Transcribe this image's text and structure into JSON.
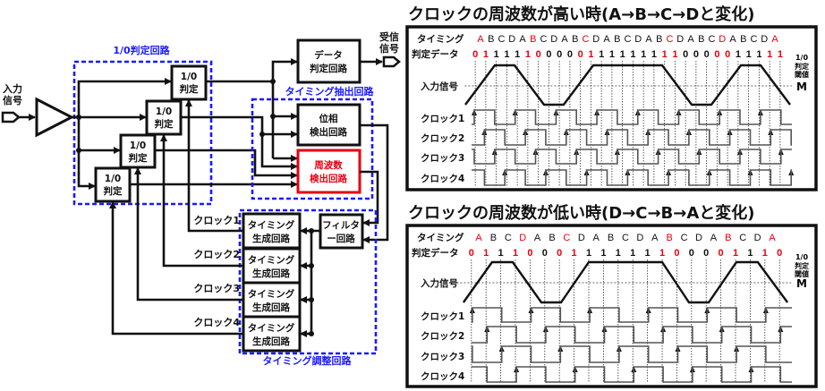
{
  "colors": {
    "accent_red": "#e60012",
    "group_blue": "#1a1aff",
    "line": "#111111"
  },
  "left_diagram": {
    "input_label": [
      "入力",
      "信号"
    ],
    "output_label": [
      "受信",
      "信号"
    ],
    "judge_group_label": "1/0判定回路",
    "judge_box": [
      "1/0",
      "判定"
    ],
    "data_judge_box": [
      "データ",
      "判定回路"
    ],
    "timing_extract_group_label": "タイミング抽出回路",
    "phase_box": [
      "位相",
      "検出回路"
    ],
    "freq_box": [
      "周波数",
      "検出回路"
    ],
    "filter_box": [
      "フィルタ",
      "ー回路"
    ],
    "timing_gen_box": [
      "タイミング",
      "生成回路"
    ],
    "timing_adjust_group_label": "タイミング調整回路",
    "clock_labels": [
      "クロック1",
      "クロック2",
      "クロック3",
      "クロック4"
    ]
  },
  "panels": [
    {
      "title": "クロックの周波数が高い時(A→B→C→Dと変化)",
      "timing_label": "タイミング",
      "data_label": "判定データ",
      "input_label": "入力信号",
      "threshold_label": [
        "1/0",
        "判定",
        "閾値"
      ],
      "threshold_symbol": "M",
      "clock_labels": [
        "クロック1",
        "クロック2",
        "クロック3",
        "クロック4"
      ],
      "letters": [
        "A",
        "B",
        "C",
        "D",
        "A",
        "B",
        "C",
        "D",
        "A",
        "B",
        "C",
        "D",
        "A",
        "B",
        "C",
        "D",
        "A",
        "B",
        "C",
        "D",
        "A",
        "B",
        "C",
        "D",
        "A",
        "B",
        "C",
        "D",
        "A"
      ],
      "red_letters": [
        0,
        5,
        10,
        18,
        23,
        28
      ],
      "digits": [
        "0",
        "1",
        "1",
        "1",
        "1",
        "1",
        "0",
        "0",
        "0",
        "0",
        "0",
        "1",
        "1",
        "1",
        "1",
        "1",
        "1",
        "1",
        "1",
        "1",
        "0",
        "0",
        "0",
        "0",
        "0",
        "1",
        "1",
        "1",
        "1",
        "1"
      ],
      "waveform_slots": [
        [
          -1.45,
          0
        ],
        [
          1.36,
          1
        ],
        [
          3.23,
          1
        ],
        [
          6.04,
          0
        ],
        [
          7.91,
          0
        ],
        [
          10.72,
          1
        ],
        [
          17.28,
          1
        ],
        [
          20.09,
          0
        ],
        [
          21.96,
          0
        ],
        [
          24.77,
          1
        ],
        [
          26.64,
          1
        ],
        [
          29.45,
          0
        ]
      ],
      "clock_period_slots": 3.89,
      "clock1_first_rise_slot": -0.6
    },
    {
      "title": "クロックの周波数が低い時(D→C→B→Aと変化)",
      "timing_label": "タイミング",
      "data_label": "判定データ",
      "input_label": "入力信号",
      "threshold_label": [
        "1/0",
        "判定",
        "閾値"
      ],
      "threshold_symbol": "M",
      "clock_labels": [
        "クロック1",
        "クロック2",
        "クロック3",
        "クロック4"
      ],
      "letters": [
        "A",
        "B",
        "C",
        "D",
        "A",
        "B",
        "C",
        "D",
        "A",
        "B",
        "C",
        "D",
        "A",
        "B",
        "C",
        "D",
        "A",
        "B",
        "C",
        "D",
        "A"
      ],
      "red_letters": [
        0,
        3,
        6,
        13,
        17,
        20
      ],
      "digits": [
        "0",
        "1",
        "1",
        "1",
        "0",
        "0",
        "0",
        "1",
        "1",
        "1",
        "1",
        "1",
        "1",
        "1",
        "0",
        "0",
        "0",
        "0",
        "1",
        "1",
        "1",
        "0"
      ],
      "waveform_slots": [
        [
          -1.04,
          0
        ],
        [
          0.91,
          1
        ],
        [
          2.32,
          1
        ],
        [
          4.27,
          0
        ],
        [
          5.61,
          0
        ],
        [
          7.5,
          1
        ],
        [
          12.5,
          1
        ],
        [
          14.33,
          0
        ],
        [
          15.67,
          0
        ],
        [
          17.56,
          1
        ],
        [
          19.02,
          1
        ],
        [
          21.04,
          0
        ]
      ],
      "clock_period_slots": 4.0,
      "clock1_first_rise_slot": -0.43
    }
  ]
}
